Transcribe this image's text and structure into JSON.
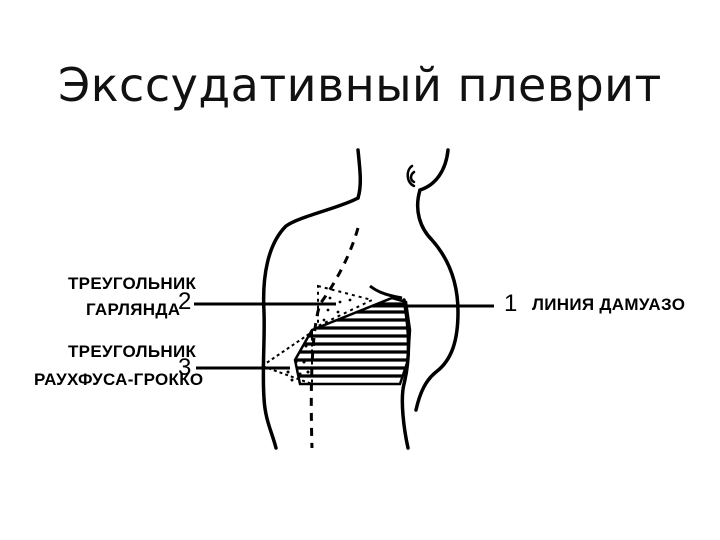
{
  "title": "Экссудативный плеврит",
  "labels": {
    "marker_1": "1",
    "marker_2": "2",
    "marker_3": "3",
    "damoiseau_line": "ЛИНИЯ ДАМУАЗО",
    "garland_line1": "ТРЕУГОЛЬНИК",
    "garland_line2": "ГАРЛЯНДА",
    "rauchfuss_line1": "ТРЕУГОЛЬНИК",
    "rauchfuss_line2": "РАУХФУСА-ГРОККО"
  },
  "colors": {
    "ink": "#000000",
    "background": "#ffffff"
  }
}
